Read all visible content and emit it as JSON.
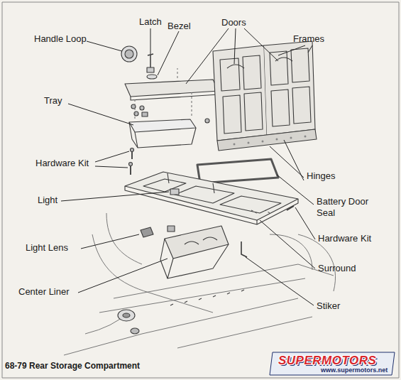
{
  "diagram": {
    "caption": "68-79 Rear Storage Compartment",
    "labels": [
      "Handle Loop",
      "Latch",
      "Bezel",
      "Doors",
      "Frames",
      "Tray",
      "Hardware Kit",
      "Light",
      "Hinges",
      "Battery Door Seal",
      "Hardware Kit",
      "Surround",
      "Light Lens",
      "Center Liner",
      "Stiker",
      "SUPERMOTORS",
      "www.supermotors.net"
    ]
  }
}
